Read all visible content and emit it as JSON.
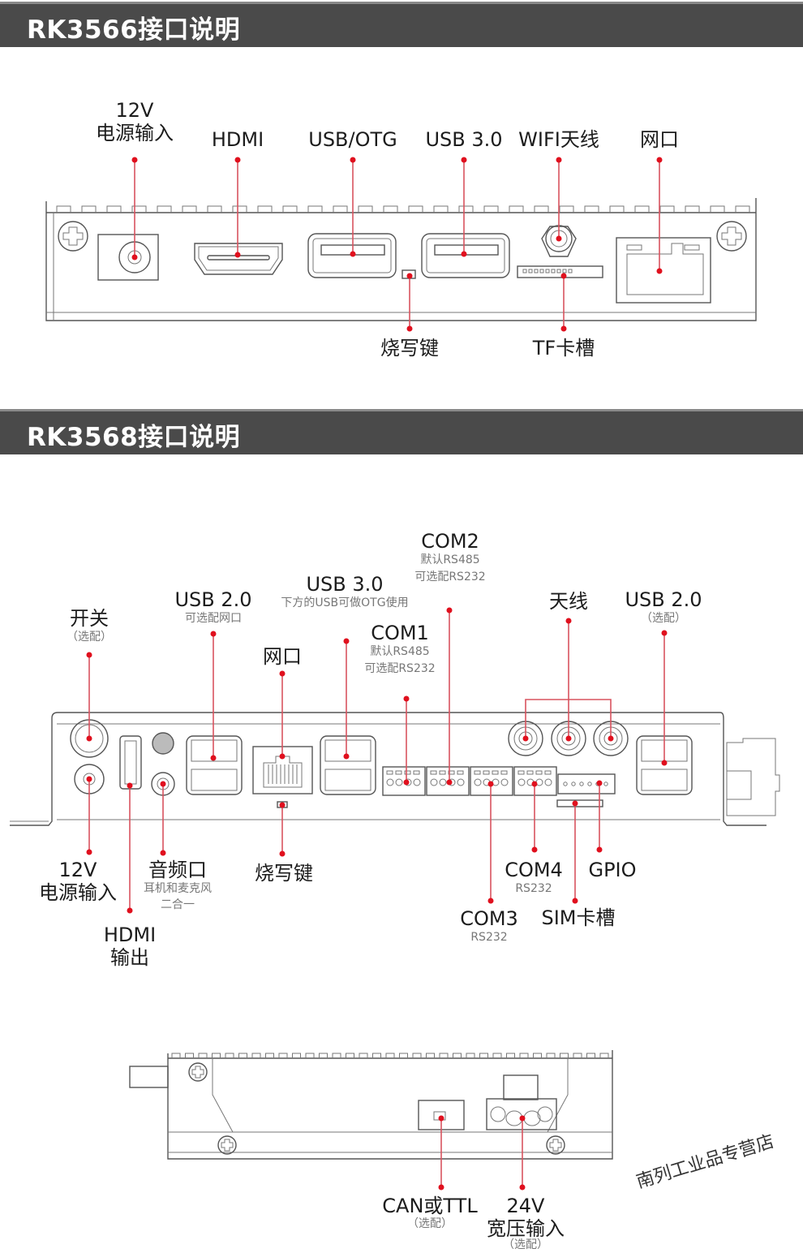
{
  "sections": [
    {
      "title": "RK3566接口说明"
    },
    {
      "title": "RK3568接口说明"
    }
  ],
  "rk3566": {
    "top_labels": [
      {
        "line1": "12V",
        "line2": "电源输入"
      },
      {
        "line1": "HDMI"
      },
      {
        "line1": "USB/OTG"
      },
      {
        "line1": "USB 3.0"
      },
      {
        "line1": "WIFI天线"
      },
      {
        "line1": "网口"
      }
    ],
    "bottom_labels": [
      {
        "line1": "烧写键"
      },
      {
        "line1": "TF卡槽"
      }
    ]
  },
  "rk3568_front": {
    "top_labels": [
      {
        "line1": "开关",
        "sub": "（选配）"
      },
      {
        "line1": "USB 2.0",
        "sub": "可选配网口"
      },
      {
        "line1": "网口"
      },
      {
        "line1": "USB 3.0",
        "sub": "下方的USB可做OTG使用"
      },
      {
        "line1": "COM1",
        "sub1": "默认RS485",
        "sub2": "可选配RS232"
      },
      {
        "line1": "COM2",
        "sub1": "默认RS485",
        "sub2": "可选配RS232"
      },
      {
        "line1": "天线"
      },
      {
        "line1": "USB 2.0",
        "sub": "（选配）"
      }
    ],
    "bottom_labels": [
      {
        "line1": "12V",
        "line2": "电源输入"
      },
      {
        "line1": "HDMI",
        "line2": "输出"
      },
      {
        "line1": "音频口",
        "sub1": "耳机和麦克风",
        "sub2": "二合一"
      },
      {
        "line1": "烧写键"
      },
      {
        "line1": "COM3",
        "sub": "RS232"
      },
      {
        "line1": "COM4",
        "sub": "RS232"
      },
      {
        "line1": "SIM卡槽"
      },
      {
        "line1": "GPIO"
      }
    ]
  },
  "rk3568_back": {
    "bottom_labels": [
      {
        "line1": "CAN或TTL",
        "sub": "（选配）"
      },
      {
        "line1": "24V",
        "line2": "宽压输入",
        "sub": "（选配）"
      }
    ]
  },
  "watermark": "南列工业品专营店",
  "colors": {
    "banner": "#4a4a4a",
    "callout_dot": "#e0101e",
    "callout_line": "#d9535f",
    "text": "#1c1c1c",
    "subtext": "#777777"
  }
}
